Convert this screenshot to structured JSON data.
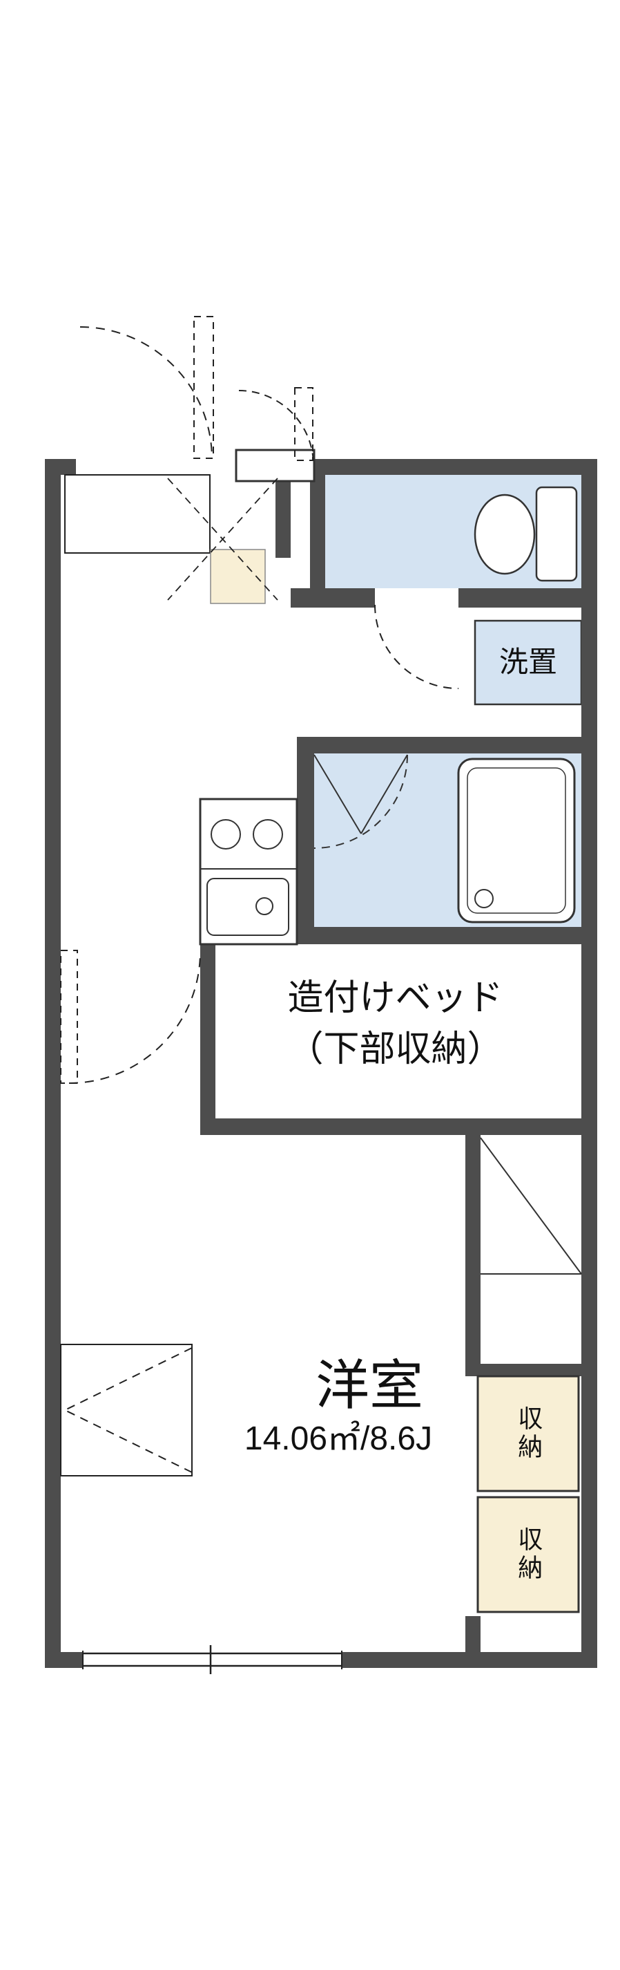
{
  "floorplan": {
    "labels": {
      "washer": "洗置",
      "bed_line1": "造付けベッド",
      "bed_line2": "（下部収納）",
      "room_name": "洋室",
      "room_area": "14.06㎡/8.6J",
      "storage_upper": "収納",
      "storage_lower": "収納"
    },
    "colors": {
      "wall": "#4d4d4d",
      "water": "#d4e3f2",
      "cream": "#f8efd5",
      "line": "#222222"
    }
  }
}
